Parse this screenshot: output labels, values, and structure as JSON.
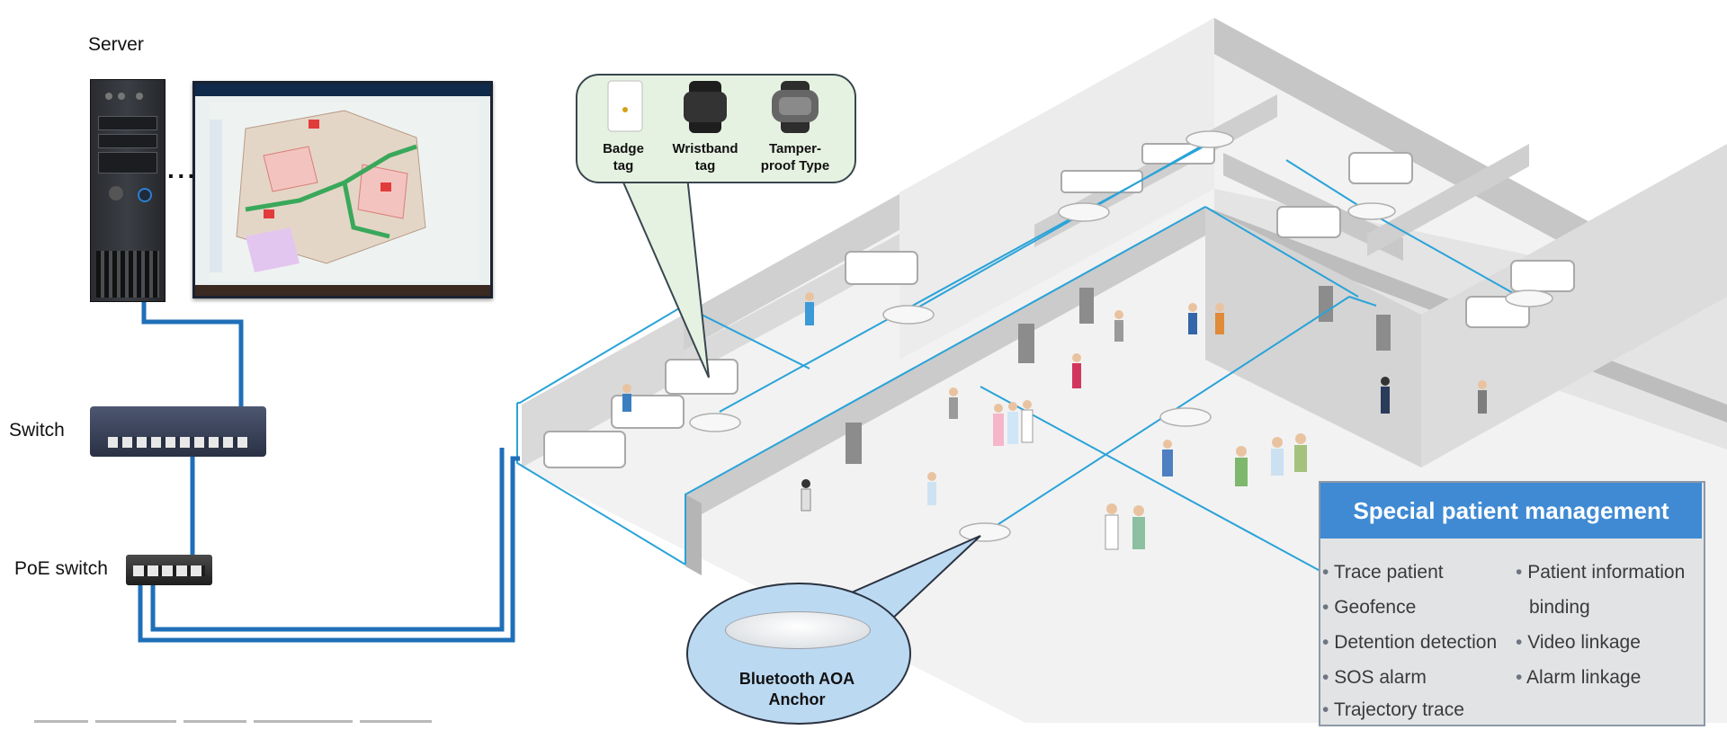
{
  "labels": {
    "server": "Server",
    "switch": "Switch",
    "poe_switch": "PoE switch"
  },
  "tags": [
    {
      "label": "Badge\ntag",
      "icon": "badge-tag-icon"
    },
    {
      "label": "Wristband\ntag",
      "icon": "wristband-tag-icon"
    },
    {
      "label": "Tamper-\nproof Type",
      "icon": "tamper-proof-tag-icon"
    }
  ],
  "anchor": {
    "label": "Bluetooth AOA\nAnchor"
  },
  "panel": {
    "title": "Special patient management",
    "left_items": [
      "Trace patient",
      "Geofence",
      "Detention detection",
      "SOS alarm",
      "Trajectory trace"
    ],
    "right_items": [
      "Patient information",
      "binding",
      "Video linkage",
      "Alarm linkage"
    ]
  },
  "colors": {
    "cable": "#1f6fb8",
    "network_line": "#2aa3d8",
    "panel_header": "#3f8ad3",
    "tag_callout": "#e6f2e1",
    "anchor_bubble": "#bcd9f2"
  }
}
